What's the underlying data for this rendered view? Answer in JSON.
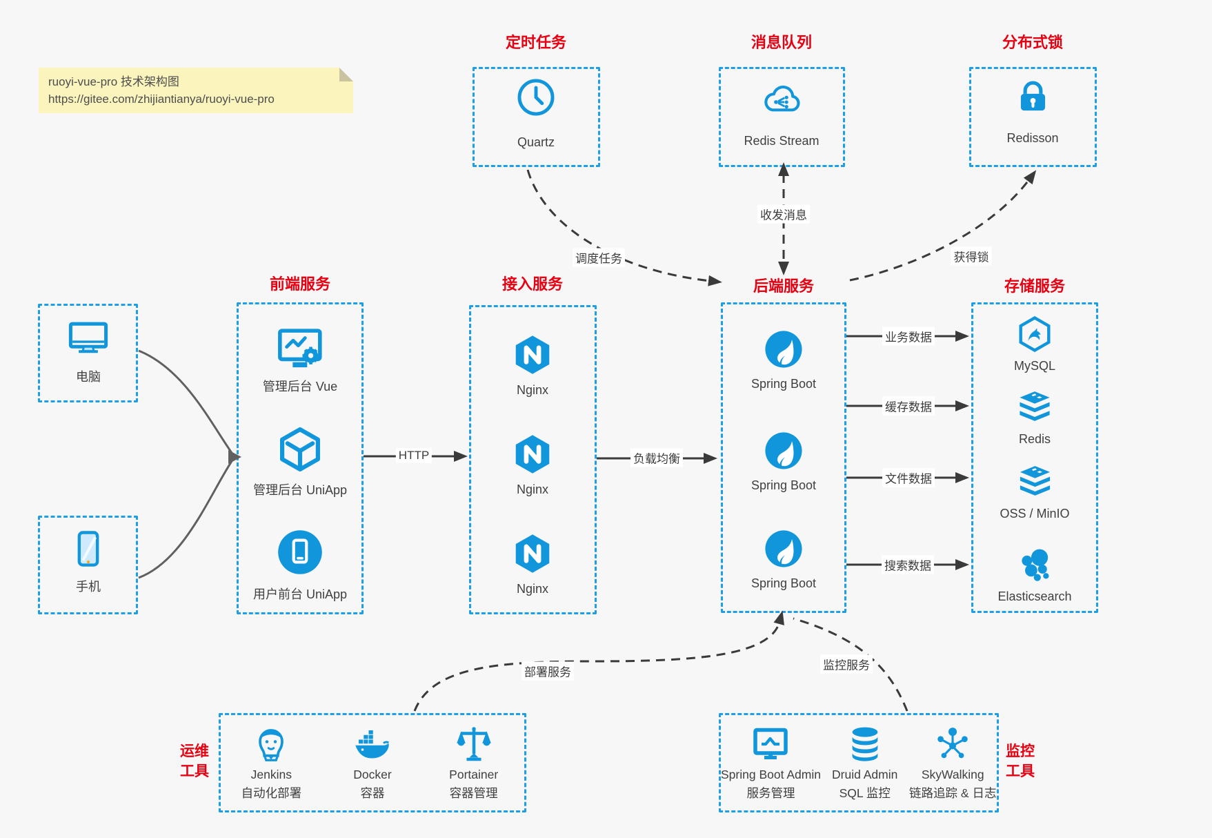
{
  "note": {
    "title": "ruoyi-vue-pro 技术架构图",
    "url": "https://gitee.com/zhijiantianya/ruoyi-vue-pro"
  },
  "colors": {
    "icon_blue": "#1296db",
    "border_blue": "#1e9ee4",
    "title_red": "#e60012",
    "line_dark": "#3a3a3a",
    "note_bg": "#fbf4bd"
  },
  "top_services": [
    {
      "title": "定时任务",
      "label": "Quartz",
      "icon": "clock-icon"
    },
    {
      "title": "消息队列",
      "label": "Redis Stream",
      "icon": "cloud-stream-icon"
    },
    {
      "title": "分布式锁",
      "label": "Redisson",
      "icon": "lock-icon"
    }
  ],
  "clients": [
    {
      "label": "电脑",
      "icon": "desktop-icon"
    },
    {
      "label": "手机",
      "icon": "mobile-icon"
    }
  ],
  "frontend": {
    "title": "前端服务",
    "items": [
      {
        "label": "管理后台 Vue",
        "icon": "admin-vue-icon"
      },
      {
        "label": "管理后台 UniApp",
        "icon": "cube-icon"
      },
      {
        "label": "用户前台 UniApp",
        "icon": "user-app-icon"
      }
    ]
  },
  "gateway": {
    "title": "接入服务",
    "items": [
      {
        "label": "Nginx",
        "icon": "nginx-icon"
      },
      {
        "label": "Nginx",
        "icon": "nginx-icon"
      },
      {
        "label": "Nginx",
        "icon": "nginx-icon"
      }
    ]
  },
  "backend": {
    "title": "后端服务",
    "items": [
      {
        "label": "Spring Boot",
        "icon": "spring-boot-icon"
      },
      {
        "label": "Spring Boot",
        "icon": "spring-boot-icon"
      },
      {
        "label": "Spring Boot",
        "icon": "spring-boot-icon"
      }
    ]
  },
  "storage": {
    "title": "存储服务",
    "items": [
      {
        "label": "MySQL",
        "icon": "mysql-icon"
      },
      {
        "label": "Redis",
        "icon": "redis-icon"
      },
      {
        "label": "OSS / MinIO",
        "icon": "oss-minio-icon"
      },
      {
        "label": "Elasticsearch",
        "icon": "elasticsearch-icon"
      }
    ]
  },
  "ops_tools": {
    "title_line1": "运维",
    "title_line2": "工具",
    "items": [
      {
        "name": "Jenkins",
        "desc": "自动化部署",
        "icon": "jenkins-icon"
      },
      {
        "name": "Docker",
        "desc": "容器",
        "icon": "docker-icon"
      },
      {
        "name": "Portainer",
        "desc": "容器管理",
        "icon": "portainer-icon"
      }
    ]
  },
  "monitor_tools": {
    "title_line1": "监控",
    "title_line2": "工具",
    "items": [
      {
        "name": "Spring Boot Admin",
        "desc": "服务管理",
        "icon": "spring-boot-admin-icon"
      },
      {
        "name": "Druid Admin",
        "desc": "SQL 监控",
        "icon": "druid-icon"
      },
      {
        "name": "SkyWalking",
        "desc": "链路追踪 & 日志",
        "icon": "skywalking-icon"
      }
    ]
  },
  "edge_labels": {
    "schedule": "调度任务",
    "message": "收发消息",
    "lock": "获得锁",
    "http": "HTTP",
    "load_balance": "负载均衡",
    "business_data": "业务数据",
    "cache_data": "缓存数据",
    "file_data": "文件数据",
    "search_data": "搜索数据",
    "deploy": "部署服务",
    "monitor": "监控服务"
  }
}
